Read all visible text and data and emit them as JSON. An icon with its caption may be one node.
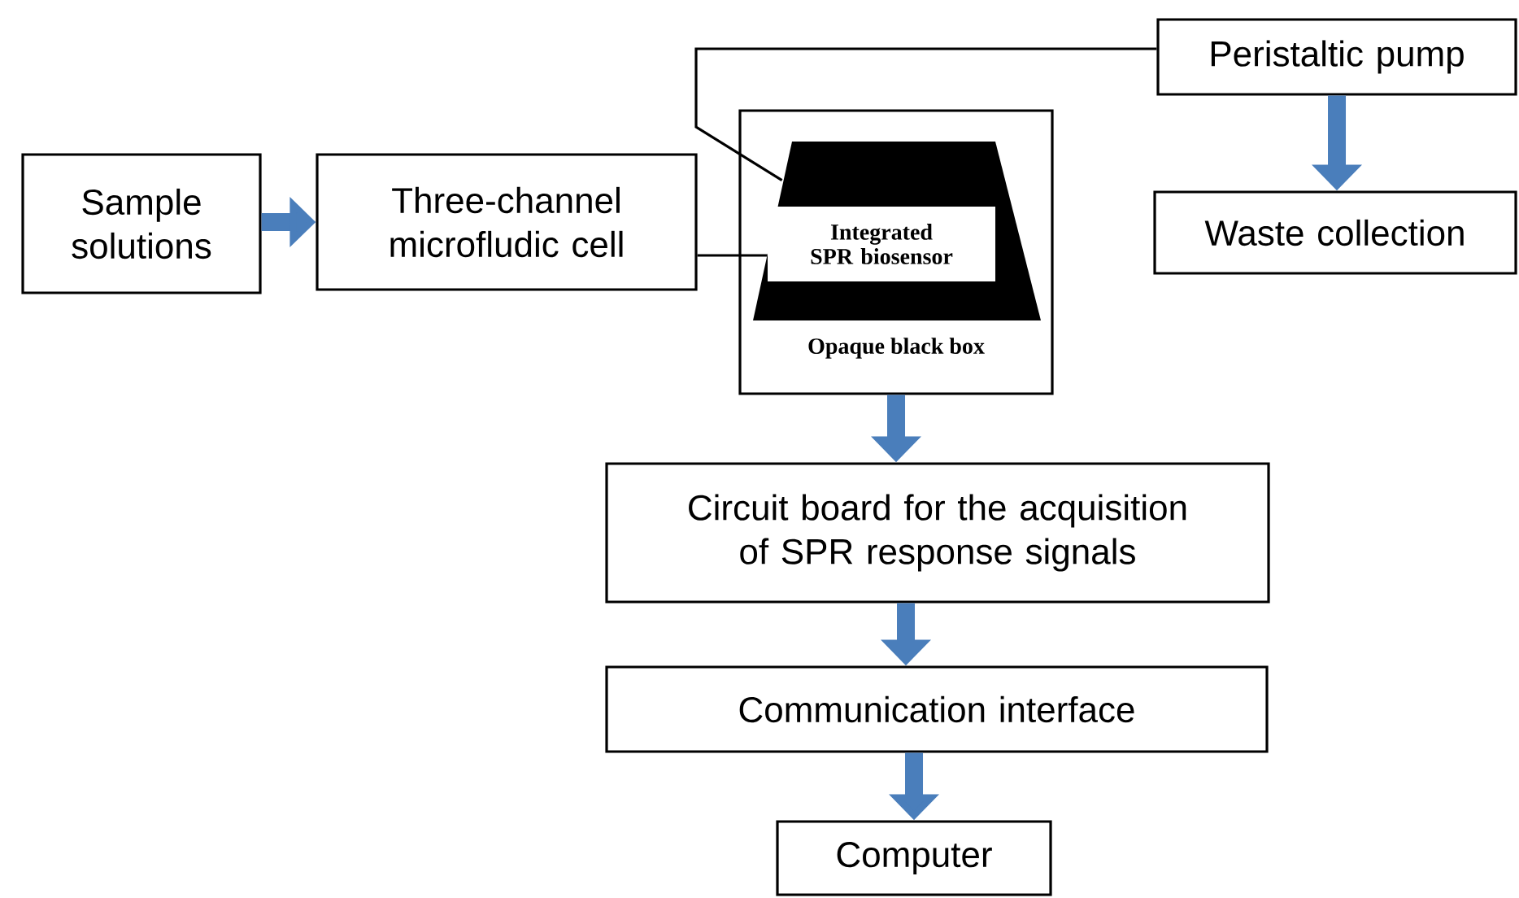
{
  "diagram": {
    "nodes": [
      {
        "text": [
          "Sample solutions"
        ]
      },
      {
        "text": [
          "Three-channel microfludic cell"
        ]
      },
      {
        "text": [
          "Opaque black box"
        ]
      },
      {
        "text": [
          "Integrated SPR biosensor"
        ],
        "in": 2
      },
      {
        "text": [
          "Peristaltic pump"
        ]
      },
      {
        "text": [
          "Waste collection"
        ]
      },
      {
        "text": [
          "Circuit board for the acquisition of SPR response signals"
        ]
      },
      {
        "text": [
          "Communication interface"
        ]
      },
      {
        "text": [
          "Computer"
        ]
      }
    ],
    "edges": [
      {
        "from": 0,
        "to": 1,
        "arrow": "to"
      },
      {
        "from": 1,
        "to": 3,
        "arrow": "none",
        "color": "#000000"
      },
      {
        "from": 3,
        "to": 4,
        "arrow": "none",
        "color": "#000000"
      },
      {
        "from": 4,
        "to": 5,
        "arrow": "to"
      },
      {
        "from": 2,
        "to": 6,
        "arrow": "to"
      },
      {
        "from": 6,
        "to": 7,
        "arrow": "to"
      },
      {
        "from": 7,
        "to": 8,
        "arrow": "to"
      }
    ]
  }
}
